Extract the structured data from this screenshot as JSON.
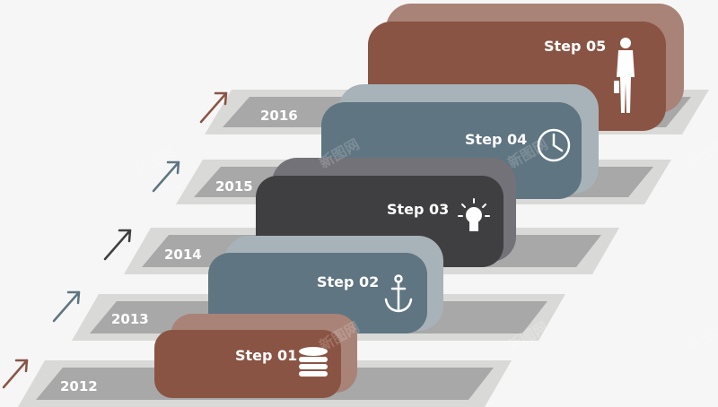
{
  "steps": [
    {
      "label": "Step 01",
      "year": "2012",
      "icon": "database-icon",
      "color": "#8a5444"
    },
    {
      "label": "Step 02",
      "year": "2013",
      "icon": "anchor-icon",
      "color": "#5f7581"
    },
    {
      "label": "Step 03",
      "year": "2014",
      "icon": "lightbulb-icon",
      "color": "#3f3f41"
    },
    {
      "label": "Step 04",
      "year": "2015",
      "icon": "clock-icon",
      "color": "#5f7581"
    },
    {
      "label": "Step 05",
      "year": "2016",
      "icon": "businessman-icon",
      "color": "#8a5444"
    }
  ],
  "colors": {
    "background": "#f6f6f6",
    "strip_outer": "#d9d9d7",
    "strip_inner": "#a8a8a8",
    "year_text": "#ffffff",
    "arrow_brown": "#8a5444",
    "arrow_slate": "#5f7581",
    "arrow_dark": "#3f3f41"
  },
  "watermark": "新图网"
}
